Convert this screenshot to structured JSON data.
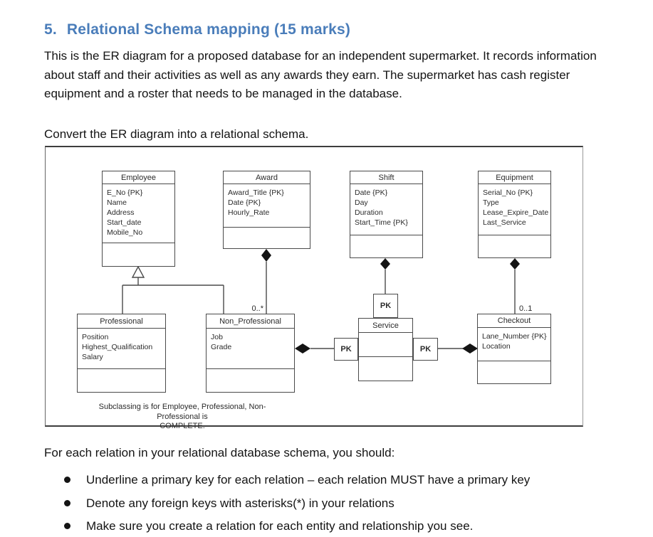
{
  "page": {
    "heading": {
      "number": "5.",
      "title": "Relational Schema mapping (15 marks)"
    },
    "intro": "This is the ER diagram for a proposed database for an independent supermarket. It records information about staff and their activities as well as any awards they earn. The supermarket has cash register equipment and a roster that needs to be managed in the database.",
    "instruction": "Convert the ER diagram into a relational schema.",
    "followup": "For each relation in your relational database schema, you should:",
    "bullets": [
      "Underline a primary key for each relation – each relation MUST have a primary key",
      "Denote any foreign keys with asterisks(*) in your relations",
      "Make sure you create a relation for each entity and relationship you see."
    ]
  },
  "diagram": {
    "entities": [
      {
        "name": "Employee",
        "attributes": [
          "E_No {PK}",
          "Name",
          "Address",
          "Start_date",
          "Mobile_No"
        ]
      },
      {
        "name": "Award",
        "attributes": [
          "Award_Title {PK}",
          "Date {PK}",
          "Hourly_Rate"
        ]
      },
      {
        "name": "Shift",
        "attributes": [
          "Date {PK}",
          "Day",
          "Duration",
          "Start_Time {PK}"
        ]
      },
      {
        "name": "Equipment",
        "attributes": [
          "Serial_No {PK}",
          "Type",
          "Lease_Expire_Date",
          "Last_Service"
        ]
      },
      {
        "name": "Professional",
        "attributes": [
          "Position",
          "Highest_Qualification",
          "Salary"
        ]
      },
      {
        "name": "Non_Professional",
        "attributes": [
          "Job",
          "Grade"
        ]
      },
      {
        "name": "Service",
        "attributes": []
      },
      {
        "name": "Checkout",
        "attributes": [
          "Lane_Number {PK}",
          "Location"
        ]
      }
    ],
    "key_labels": {
      "top": "PK",
      "left": "PK",
      "right": "PK"
    },
    "multiplicities": {
      "award_nonprofessional": "0..*",
      "equipment_checkout": "0..1"
    },
    "caption_line1": "Subclassing is for Employee, Professional, Non-Professional is",
    "caption_line2": "COMPLETE."
  },
  "colors": {
    "heading_blue": "#4a7dba",
    "body_text": "#141414",
    "diagram_line": "#4a4a4a"
  }
}
